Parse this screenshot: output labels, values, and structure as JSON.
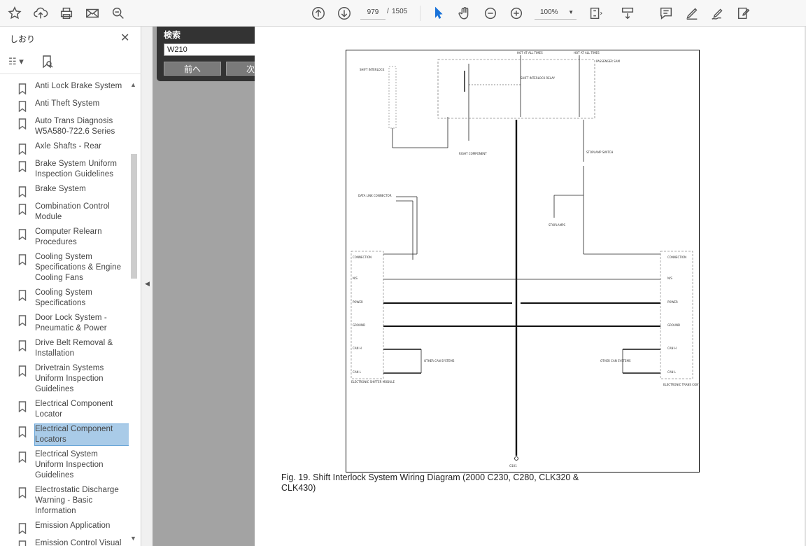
{
  "toolbar": {
    "current_page": "979",
    "page_separator": "/",
    "total_pages": "1505",
    "zoom": "100%"
  },
  "bookmarks": {
    "title": "しおり",
    "items": [
      {
        "label": "Anti Lock Brake System"
      },
      {
        "label": "Anti Theft System"
      },
      {
        "label": "Auto Trans Diagnosis W5A580-722.6 Series"
      },
      {
        "label": "Axle Shafts - Rear"
      },
      {
        "label": "Brake System Uniform Inspection Guidelines"
      },
      {
        "label": "Brake System"
      },
      {
        "label": "Combination Control Module"
      },
      {
        "label": "Computer Relearn Procedures"
      },
      {
        "label": "Cooling System Specifications & Engine Cooling Fans"
      },
      {
        "label": "Cooling System Specifications"
      },
      {
        "label": "Door Lock System - Pneumatic & Power"
      },
      {
        "label": "Drive Belt Removal & Installation"
      },
      {
        "label": "Drivetrain Systems Uniform Inspection Guidelines"
      },
      {
        "label": "Electrical Component Locator"
      },
      {
        "label": "Electrical Component Locators",
        "selected": true
      },
      {
        "label": "Electrical System Uniform Inspection Guidelines"
      },
      {
        "label": "Electrostatic Discharge Warning - Basic Information"
      },
      {
        "label": "Emission Application"
      },
      {
        "label": "Emission Control Visual"
      }
    ]
  },
  "find": {
    "title": "検索",
    "query": "W210",
    "prev_label": "前へ",
    "next_label": "次へ"
  },
  "document": {
    "caption": "Fig. 19. Shift Interlock System Wiring Diagram (2000 C230, C280, CLK320 & CLK430)"
  }
}
